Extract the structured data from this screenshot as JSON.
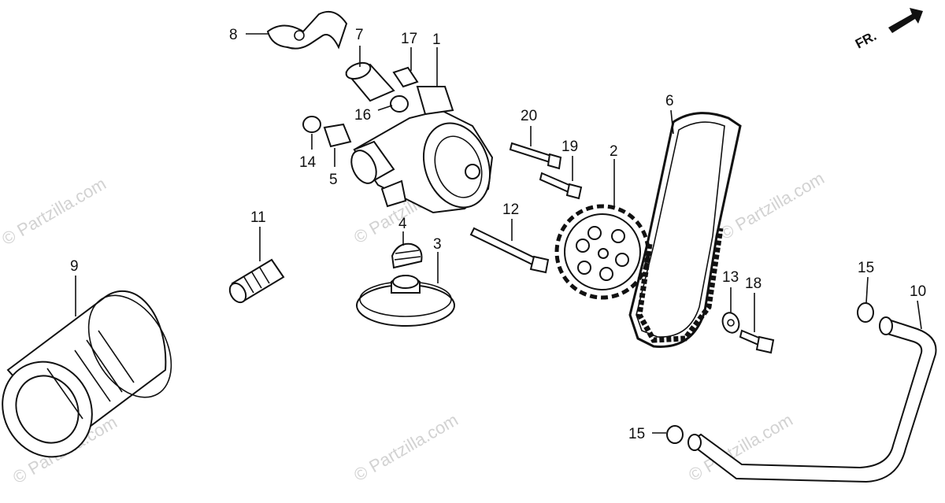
{
  "watermark": "© Partzilla.com",
  "direction_label": "FR.",
  "callouts": [
    "1",
    "2",
    "3",
    "4",
    "5",
    "6",
    "7",
    "8",
    "9",
    "10",
    "11",
    "12",
    "13",
    "14",
    "15",
    "16",
    "17",
    "18",
    "19",
    "20"
  ]
}
